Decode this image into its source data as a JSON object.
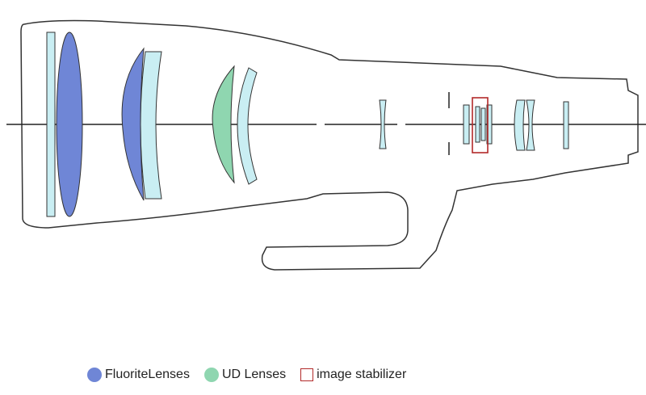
{
  "colors": {
    "fluorite": "#6f86d6",
    "ud": "#8fd6b0",
    "glass": "#c9eef3",
    "stabilizer": "#b22a2a",
    "outline": "#333333"
  },
  "legend": [
    {
      "label": "FluoriteLenses",
      "kind": "dot",
      "color": "#6f86d6"
    },
    {
      "label": "UD Lenses",
      "kind": "dot",
      "color": "#8fd6b0"
    },
    {
      "label": "image stabilizer",
      "kind": "box",
      "color": "#b22a2a"
    }
  ]
}
